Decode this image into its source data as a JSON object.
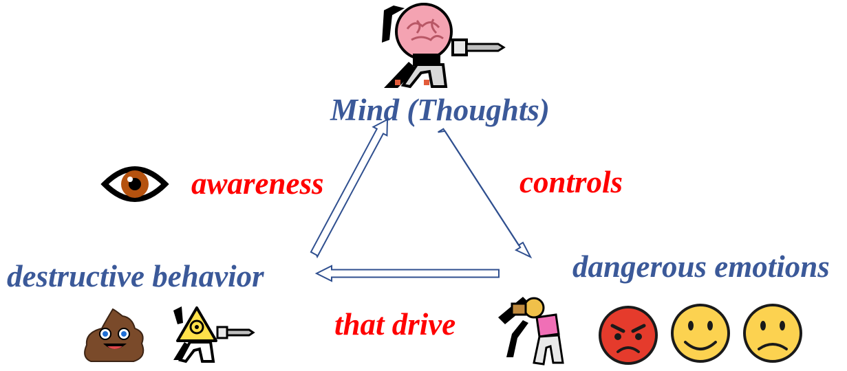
{
  "nodes": {
    "mind": "Mind (Thoughts)",
    "emotions": "dangerous emotions",
    "behavior": "destructive behavior"
  },
  "edges": {
    "controls": "controls",
    "drive": "that drive",
    "awareness": "awareness"
  },
  "icons": {
    "mind": "brain-fencer-icon",
    "emotions_figure": "golfer-icon",
    "emotions_faces": [
      "angry-face-icon",
      "smiling-face-icon",
      "frowning-face-icon"
    ],
    "behavior": [
      "poo-icon",
      "biohazard-fencer-icon"
    ],
    "awareness": "eye-icon"
  },
  "colors": {
    "node_text": "#3b5999",
    "edge_text": "#ff0000",
    "arrow": "#2f4f8f"
  }
}
